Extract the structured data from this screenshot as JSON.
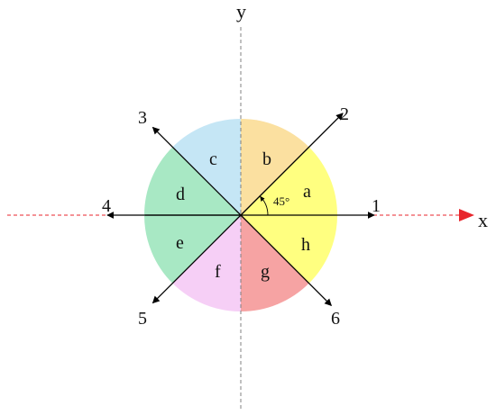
{
  "axes": {
    "x_label": "x",
    "y_label": "y",
    "x_axis_color": "#e8262c",
    "y_axis_color": "#808080"
  },
  "sectors": [
    {
      "label": "a",
      "color": "#ffff80"
    },
    {
      "label": "b",
      "color": "#fbe0a0"
    },
    {
      "label": "c",
      "color": "#c5e6f5"
    },
    {
      "label": "d",
      "color": "#a8e8c4"
    },
    {
      "label": "e",
      "color": "#a8e8c4"
    },
    {
      "label": "f",
      "color": "#f6cff6"
    },
    {
      "label": "g",
      "color": "#f6a3a3"
    },
    {
      "label": "h",
      "color": "#ffff80"
    }
  ],
  "directions": [
    {
      "label": "1",
      "angle_deg": 0
    },
    {
      "label": "2",
      "angle_deg": 45
    },
    {
      "label": "3",
      "angle_deg": 135
    },
    {
      "label": "4",
      "angle_deg": 180
    },
    {
      "label": "5",
      "angle_deg": 225
    },
    {
      "label": "6",
      "angle_deg": 315
    }
  ],
  "angle_marker": {
    "text": "45°"
  }
}
